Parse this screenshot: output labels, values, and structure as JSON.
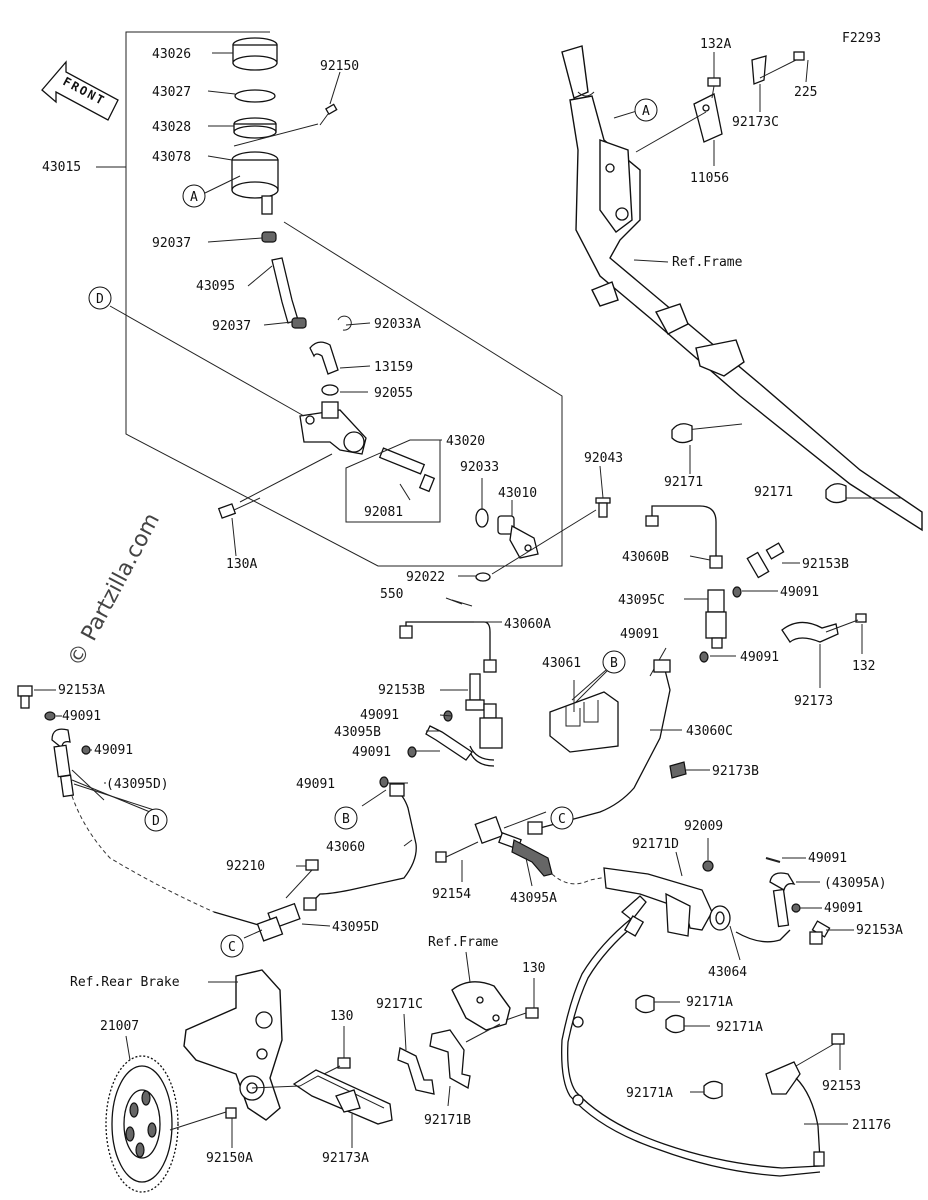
{
  "figure_code": "F2293",
  "watermark": "© Partzilla.com",
  "front_label": "FRONT",
  "ref_circles": [
    {
      "id": "A",
      "label": "A"
    },
    {
      "id": "A2",
      "label": "A"
    },
    {
      "id": "B",
      "label": "B"
    },
    {
      "id": "B2",
      "label": "B"
    },
    {
      "id": "C",
      "label": "C"
    },
    {
      "id": "C2",
      "label": "C"
    },
    {
      "id": "D",
      "label": "D"
    },
    {
      "id": "D2",
      "label": "D"
    }
  ],
  "ref_texts": {
    "frame_top": "Ref.Frame",
    "frame_mid": "Ref.Frame",
    "rear_brake": "Ref.Rear Brake"
  },
  "parts": [
    {
      "id": "p43026",
      "label": "43026"
    },
    {
      "id": "p43027",
      "label": "43027"
    },
    {
      "id": "p43028",
      "label": "43028"
    },
    {
      "id": "p43078",
      "label": "43078"
    },
    {
      "id": "p43015",
      "label": "43015"
    },
    {
      "id": "p92150",
      "label": "92150"
    },
    {
      "id": "p92037a",
      "label": "92037"
    },
    {
      "id": "p43095",
      "label": "43095"
    },
    {
      "id": "p92037b",
      "label": "92037"
    },
    {
      "id": "p92033A",
      "label": "92033A"
    },
    {
      "id": "p13159",
      "label": "13159"
    },
    {
      "id": "p92055",
      "label": "92055"
    },
    {
      "id": "p43020",
      "label": "43020"
    },
    {
      "id": "p92033",
      "label": "92033"
    },
    {
      "id": "p43010",
      "label": "43010"
    },
    {
      "id": "p92081",
      "label": "92081"
    },
    {
      "id": "p130A",
      "label": "130A"
    },
    {
      "id": "p92022",
      "label": "92022"
    },
    {
      "id": "p92043",
      "label": "92043"
    },
    {
      "id": "p132A",
      "label": "132A"
    },
    {
      "id": "p225",
      "label": "225"
    },
    {
      "id": "p92173C",
      "label": "92173C"
    },
    {
      "id": "p11056",
      "label": "11056"
    },
    {
      "id": "p92171a",
      "label": "92171"
    },
    {
      "id": "p92171b",
      "label": "92171"
    },
    {
      "id": "p43060B",
      "label": "43060B"
    },
    {
      "id": "p92153B_r",
      "label": "92153B"
    },
    {
      "id": "p49091_r1",
      "label": "49091"
    },
    {
      "id": "p43095C",
      "label": "43095C"
    },
    {
      "id": "p49091_r2",
      "label": "49091"
    },
    {
      "id": "p49091_r3",
      "label": "49091"
    },
    {
      "id": "p132",
      "label": "132"
    },
    {
      "id": "p92173",
      "label": "92173"
    },
    {
      "id": "p550",
      "label": "550"
    },
    {
      "id": "p43060A",
      "label": "43060A"
    },
    {
      "id": "p43061",
      "label": "43061"
    },
    {
      "id": "p92153B_m",
      "label": "92153B"
    },
    {
      "id": "p49091_m1",
      "label": "49091"
    },
    {
      "id": "p43095B",
      "label": "43095B"
    },
    {
      "id": "p49091_m2",
      "label": "49091"
    },
    {
      "id": "p49091_m3",
      "label": "49091"
    },
    {
      "id": "p43060C",
      "label": "43060C"
    },
    {
      "id": "p92173B",
      "label": "92173B"
    },
    {
      "id": "p43060",
      "label": "43060"
    },
    {
      "id": "p92153A_l",
      "label": "92153A"
    },
    {
      "id": "p49091_l1",
      "label": "49091"
    },
    {
      "id": "p49091_l2",
      "label": "49091"
    },
    {
      "id": "p43095D_paren",
      "label": "(43095D)"
    },
    {
      "id": "p92210",
      "label": "92210"
    },
    {
      "id": "p43095D",
      "label": "43095D"
    },
    {
      "id": "p92154",
      "label": "92154"
    },
    {
      "id": "p43095A",
      "label": "43095A"
    },
    {
      "id": "p92009",
      "label": "92009"
    },
    {
      "id": "p92171D",
      "label": "92171D"
    },
    {
      "id": "p49091_br1",
      "label": "49091"
    },
    {
      "id": "p43095A_paren",
      "label": "(43095A)"
    },
    {
      "id": "p49091_br2",
      "label": "49091"
    },
    {
      "id": "p92153A_r",
      "label": "92153A"
    },
    {
      "id": "p43064",
      "label": "43064"
    },
    {
      "id": "p130_mid",
      "label": "130"
    },
    {
      "id": "p92171C",
      "label": "92171C"
    },
    {
      "id": "p92171B",
      "label": "92171B"
    },
    {
      "id": "p130_low",
      "label": "130"
    },
    {
      "id": "p21007",
      "label": "21007"
    },
    {
      "id": "p92150A",
      "label": "92150A"
    },
    {
      "id": "p92173A",
      "label": "92173A"
    },
    {
      "id": "p92171A_1",
      "label": "92171A"
    },
    {
      "id": "p92171A_2",
      "label": "92171A"
    },
    {
      "id": "p92171A_3",
      "label": "92171A"
    },
    {
      "id": "p92153",
      "label": "92153"
    },
    {
      "id": "p21176",
      "label": "21176"
    }
  ]
}
